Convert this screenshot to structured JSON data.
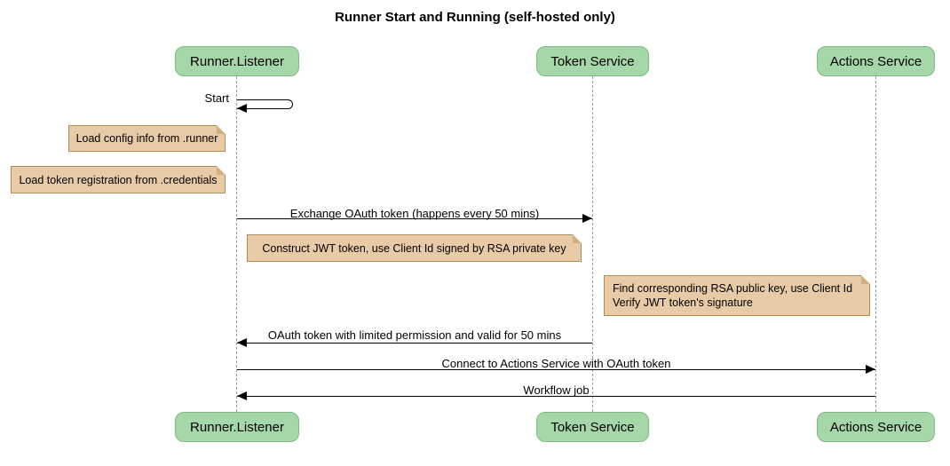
{
  "title": "Runner Start and Running (self-hosted only)",
  "colors": {
    "participant_fill": "#a6d7a8",
    "participant_border": "#81b883",
    "note_fill": "#e8cba6",
    "note_border": "#b08d57",
    "note_fold": "#d2af83",
    "lifeline": "#999999",
    "arrow": "#000000"
  },
  "participants": [
    {
      "label": "Runner.Listener"
    },
    {
      "label": "Token Service"
    },
    {
      "label": "Actions Service"
    }
  ],
  "self_message": {
    "label": "Start",
    "actor": "Runner.Listener"
  },
  "notes": [
    {
      "text": "Load config info from .runner",
      "position": "left of Runner.Listener"
    },
    {
      "text": "Load token registration from .credentials",
      "position": "left of Runner.Listener"
    },
    {
      "text": "Construct JWT token, use Client Id signed by RSA private key",
      "position": "right of Runner.Listener"
    },
    {
      "text": "Find corresponding RSA public key, use Client Id\nVerify JWT token's signature",
      "position": "left of Actions Service"
    }
  ],
  "messages": [
    {
      "label": "Exchange OAuth token (happens every 50 mins)",
      "from": "Runner.Listener",
      "to": "Token Service"
    },
    {
      "label": "OAuth token with limited permission and valid for 50 mins",
      "from": "Token Service",
      "to": "Runner.Listener"
    },
    {
      "label": "Connect to Actions Service with OAuth token",
      "from": "Runner.Listener",
      "to": "Actions Service"
    },
    {
      "label": "Workflow job",
      "from": "Actions Service",
      "to": "Runner.Listener"
    }
  ]
}
